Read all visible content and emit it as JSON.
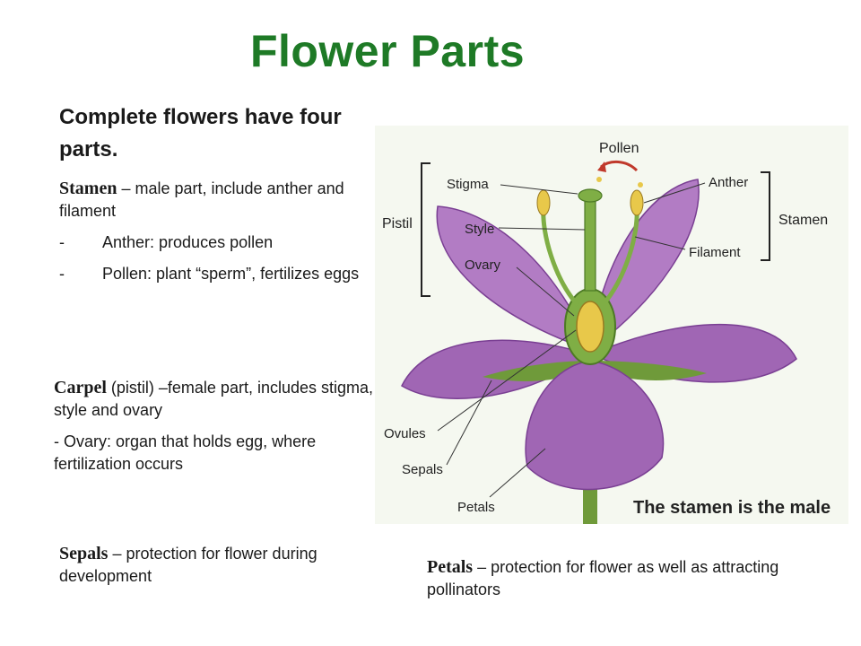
{
  "title": "Flower Parts",
  "intro": "Complete flowers have four parts.",
  "stamen": {
    "term": "Stamen",
    "desc": " – male part, include anther and filament",
    "bullets": [
      {
        "dash": "-",
        "text": "Anther: produces pollen"
      },
      {
        "dash": "-",
        "text": "Pollen: plant “sperm”, fertilizes eggs"
      }
    ]
  },
  "carpel": {
    "term": "Carpel",
    "desc": " (pistil) –female part, includes stigma, style and ovary",
    "note": "- Ovary: organ that holds egg, where fertilization occurs"
  },
  "sepals": {
    "term": "Sepals",
    "desc": " – protection for flower during development"
  },
  "petals": {
    "term": "Petals",
    "desc": " – protection for flower as well as attracting pollinators"
  },
  "diagram": {
    "labels": {
      "pollen": "Pollen",
      "stigma": "Stigma",
      "anther": "Anther",
      "pistil": "Pistil",
      "style": "Style",
      "stamen": "Stamen",
      "filament": "Filament",
      "ovary": "Ovary",
      "ovules": "Ovules",
      "sepals": "Sepals",
      "petals": "Petals"
    },
    "caption": "The stamen is the male",
    "colors": {
      "petal": "#a066b4",
      "petal_dark": "#7a3f93",
      "green": "#6f9a3a",
      "yellow": "#e8c84a"
    }
  }
}
